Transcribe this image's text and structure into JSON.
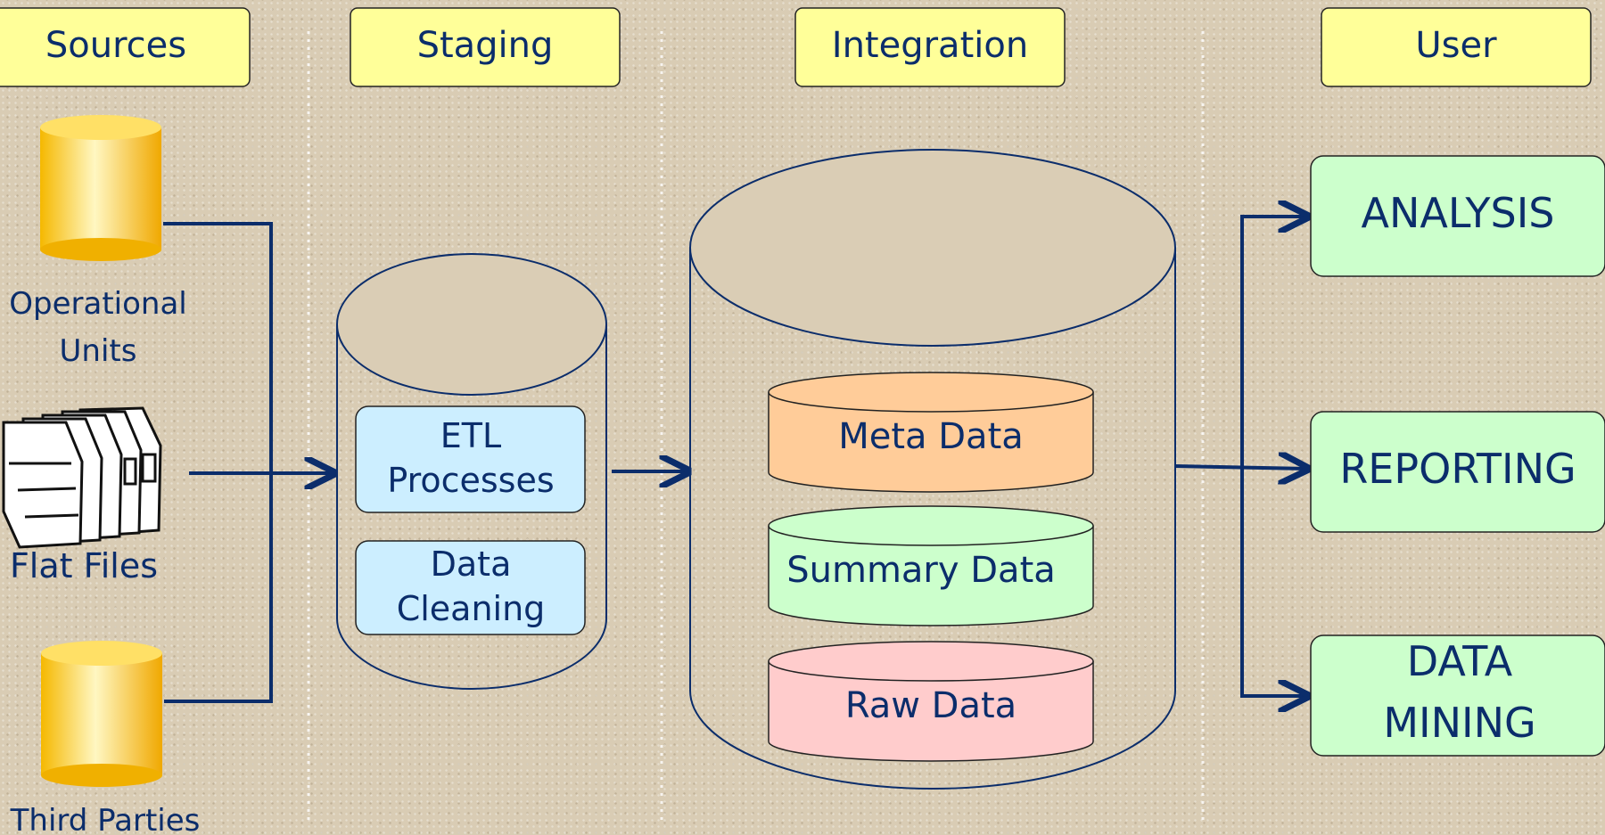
{
  "columns": {
    "sources": "Sources",
    "staging": "Staging",
    "integration": "Integration",
    "user": "User"
  },
  "sources": {
    "operational": [
      "Operational",
      "Units"
    ],
    "flat_files": "Flat Files",
    "third_parties": "Third Parties"
  },
  "staging": {
    "etl": [
      "ETL",
      "Processes"
    ],
    "cleaning": [
      "Data",
      "Cleaning"
    ]
  },
  "integration": {
    "meta": "Meta Data",
    "summary": "Summary Data",
    "raw": "Raw Data"
  },
  "user": {
    "analysis": "ANALYSIS",
    "reporting": "REPORTING",
    "mining": [
      "DATA",
      "MINING"
    ]
  },
  "colors": {
    "header_fill": "#ffff99",
    "text": "#0b2d6b",
    "line": "#0b2d6b",
    "meta_fill": "#ffcc99",
    "summary_fill": "#ccffcc",
    "raw_fill": "#ffcccc",
    "staging_box_fill": "#cceeff",
    "user_box_fill": "#ccffcc",
    "db_icon": "#ffcc00"
  },
  "icons": {
    "db": "database-cylinder-icon",
    "files": "flat-files-icon"
  }
}
